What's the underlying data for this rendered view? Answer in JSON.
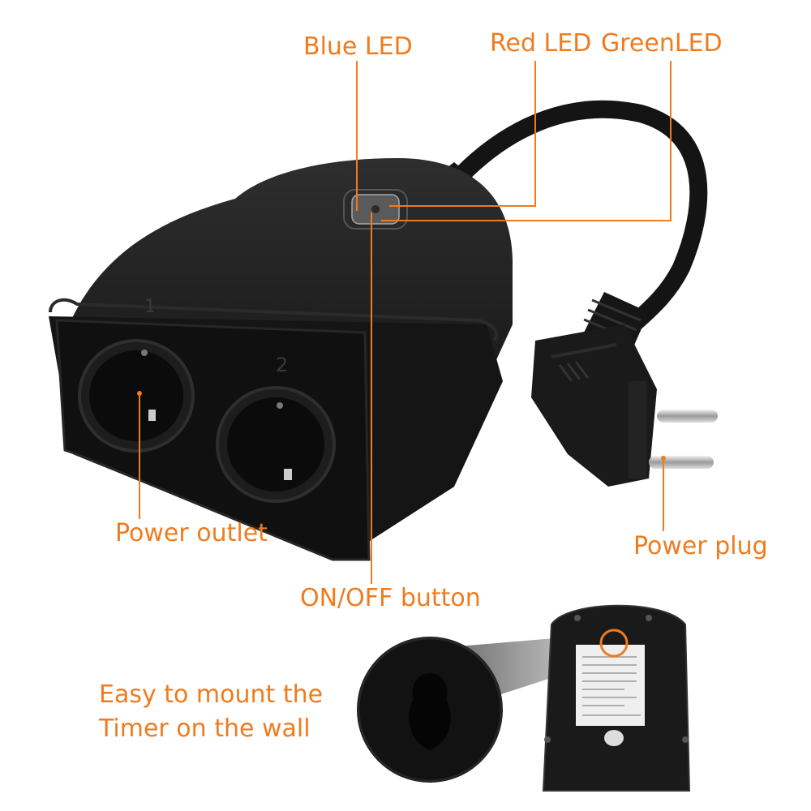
{
  "labels": {
    "blue_led": "Blue LED",
    "red_led": "Red LED",
    "green_led": "GreenLED",
    "power_outlet": "Power outlet",
    "on_off_button": "ON/OFF button",
    "power_plug": "Power plug",
    "mount_line1": "Easy to mount the",
    "mount_line2": "Timer on the wall"
  },
  "socket_numbers": [
    "1",
    "2"
  ],
  "colors": {
    "accent": "#f07b1e",
    "device_body": "#1b1b1b"
  }
}
